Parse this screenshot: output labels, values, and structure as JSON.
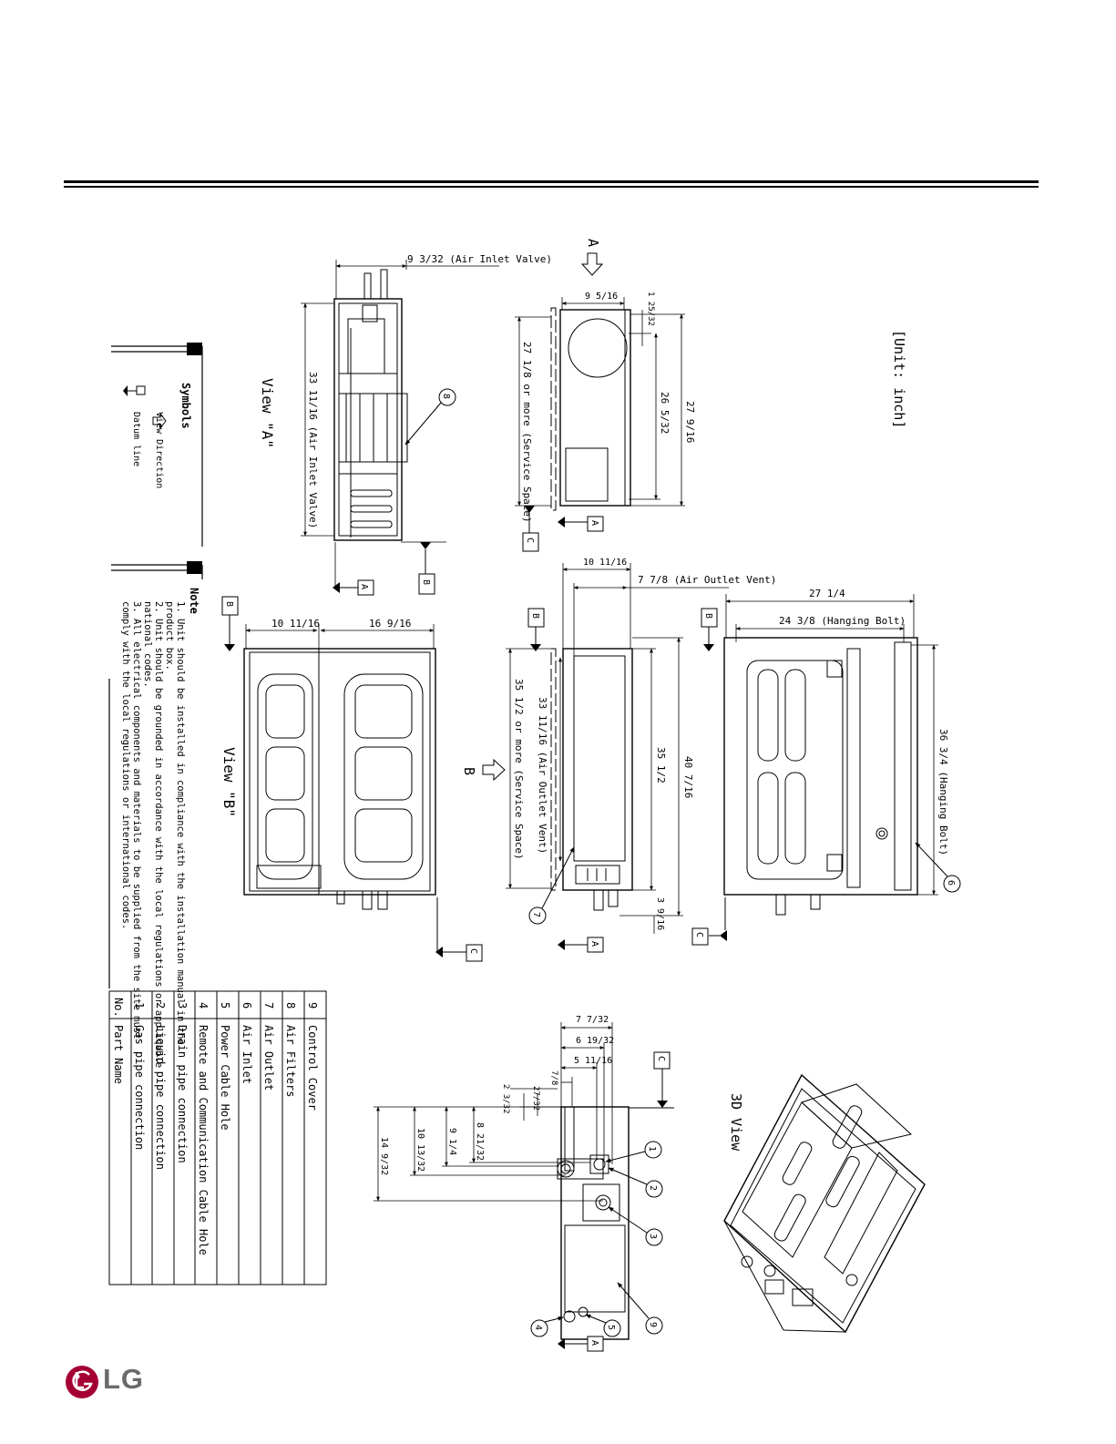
{
  "unit_label": "[Unit: inch]",
  "symbols": {
    "title": "Symbols",
    "view_direction": "View Direction",
    "datum_line": "Datum line"
  },
  "note": {
    "title": "Note",
    "lines": [
      "1. Unit should be installed in compliance with the installation manual in the",
      "   product box.",
      "2. Unit should be grounded in accordance with the local regulations or applicable",
      "   national codes.",
      "3. All electrical components and materials to be supplied from the site must",
      "   comply with the local regulations or international codes."
    ]
  },
  "parts_table": {
    "header": {
      "no": "No.",
      "name": "Part Name"
    },
    "rows": [
      {
        "no": "1",
        "name": "Gas pipe connection"
      },
      {
        "no": "2",
        "name": "Liquid pipe connection"
      },
      {
        "no": "3",
        "name": "Drain pipe connection"
      },
      {
        "no": "4",
        "name": "Remote and Communication Cable Hole"
      },
      {
        "no": "5",
        "name": "Power Cable Hole"
      },
      {
        "no": "6",
        "name": "Air Inlet"
      },
      {
        "no": "7",
        "name": "Air Outlet"
      },
      {
        "no": "8",
        "name": "Air Filters"
      },
      {
        "no": "9",
        "name": "Control Cover"
      }
    ]
  },
  "views": {
    "view_a": "View \"A\"",
    "view_b": "View \"B\"",
    "view_3d": "3D View",
    "arrow_a": "A",
    "arrow_b": "B"
  },
  "datums": {
    "a": "A",
    "b": "B",
    "c": "C"
  },
  "dims": {
    "air_inlet_valve_w": "9 3/32 (Air Inlet Valve)",
    "air_inlet_valve_h": "33 11/16 (Air Inlet Valve)",
    "side_9_5_16": "9 5/16",
    "side_1_25_32": "1 25/32",
    "side_26_5_32": "26 5/32",
    "side_27_9_16": "27 9/16",
    "service_27": "27 1/8 or more (Service Space)",
    "outlet_10_11_16": "10 11/16",
    "outlet_7_7_8": "7 7/8 (Air Outlet Vent)",
    "outlet_35_service": "35 1/2 or more (Service Space)",
    "outlet_33_vent": "33 11/16 (Air Outlet Vent)",
    "outlet_35_1_2": "35 1/2",
    "outlet_40": "40 7/16",
    "outlet_3_9_16": "3 9/16",
    "top_27_1_4": "27 1/4",
    "top_24_hang": "24 3/8 (Hanging Bolt)",
    "top_36_hang": "36 3/4 (Hanging Bolt)",
    "b_10_11_16": "10 11/16",
    "b_16_9_16": "16 9/16",
    "p_7_7_32": "7 7/32",
    "p_6_19_32": "6 19/32",
    "p_5_11_16": "5 11/16",
    "p_7_8": "7/8",
    "p_2_3": "2 3/32",
    "p_27_32": "27/32",
    "p_8_21": "8 21/32",
    "p_9_1_4": "9 1/4",
    "p_10_13": "10 13/32",
    "p_14_9": "14 9/32"
  },
  "callouts": [
    "1",
    "2",
    "3",
    "4",
    "5",
    "6",
    "7",
    "8",
    "9"
  ],
  "brand": "LG"
}
